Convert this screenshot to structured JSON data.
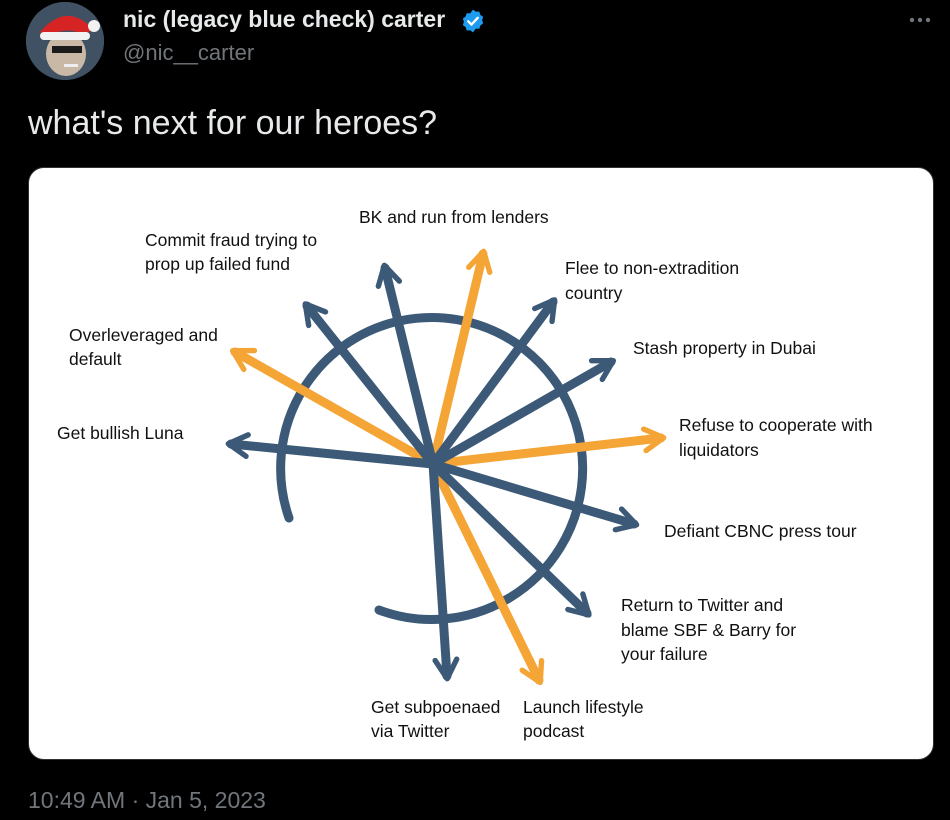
{
  "tweet": {
    "display_name": "nic (legacy blue check) carter",
    "handle": "@nic__carter",
    "text": "what's next for our heroes?",
    "timestamp": "10:49 AM · Jan 5, 2023",
    "more_icon": "ellipsis-icon",
    "verified_icon": "verified-badge-icon"
  },
  "colors": {
    "navy": "#3c5a78",
    "orange": "#f4a535",
    "verified_blue": "#1d9bf0"
  },
  "diagram": {
    "labels": {
      "bk_run": "BK and run from lenders",
      "commit_fraud_1": "Commit fraud trying to",
      "commit_fraud_2": "prop up failed fund",
      "flee_1": "Flee to non-extradition",
      "flee_2": "country",
      "overleveraged_1": "Overleveraged and",
      "overleveraged_2": "default",
      "stash": "Stash property in Dubai",
      "luna": "Get bullish Luna",
      "refuse_1": "Refuse to cooperate with",
      "refuse_2": "liquidators",
      "defiant": "Defiant CBNC press tour",
      "return_1": "Return to Twitter and",
      "return_2": "blame SBF & Barry for",
      "return_3": "your failure",
      "subpoena_1": "Get subpoenaed",
      "subpoena_2": "via Twitter",
      "podcast_1": "Launch lifestyle",
      "podcast_2": "podcast"
    }
  }
}
